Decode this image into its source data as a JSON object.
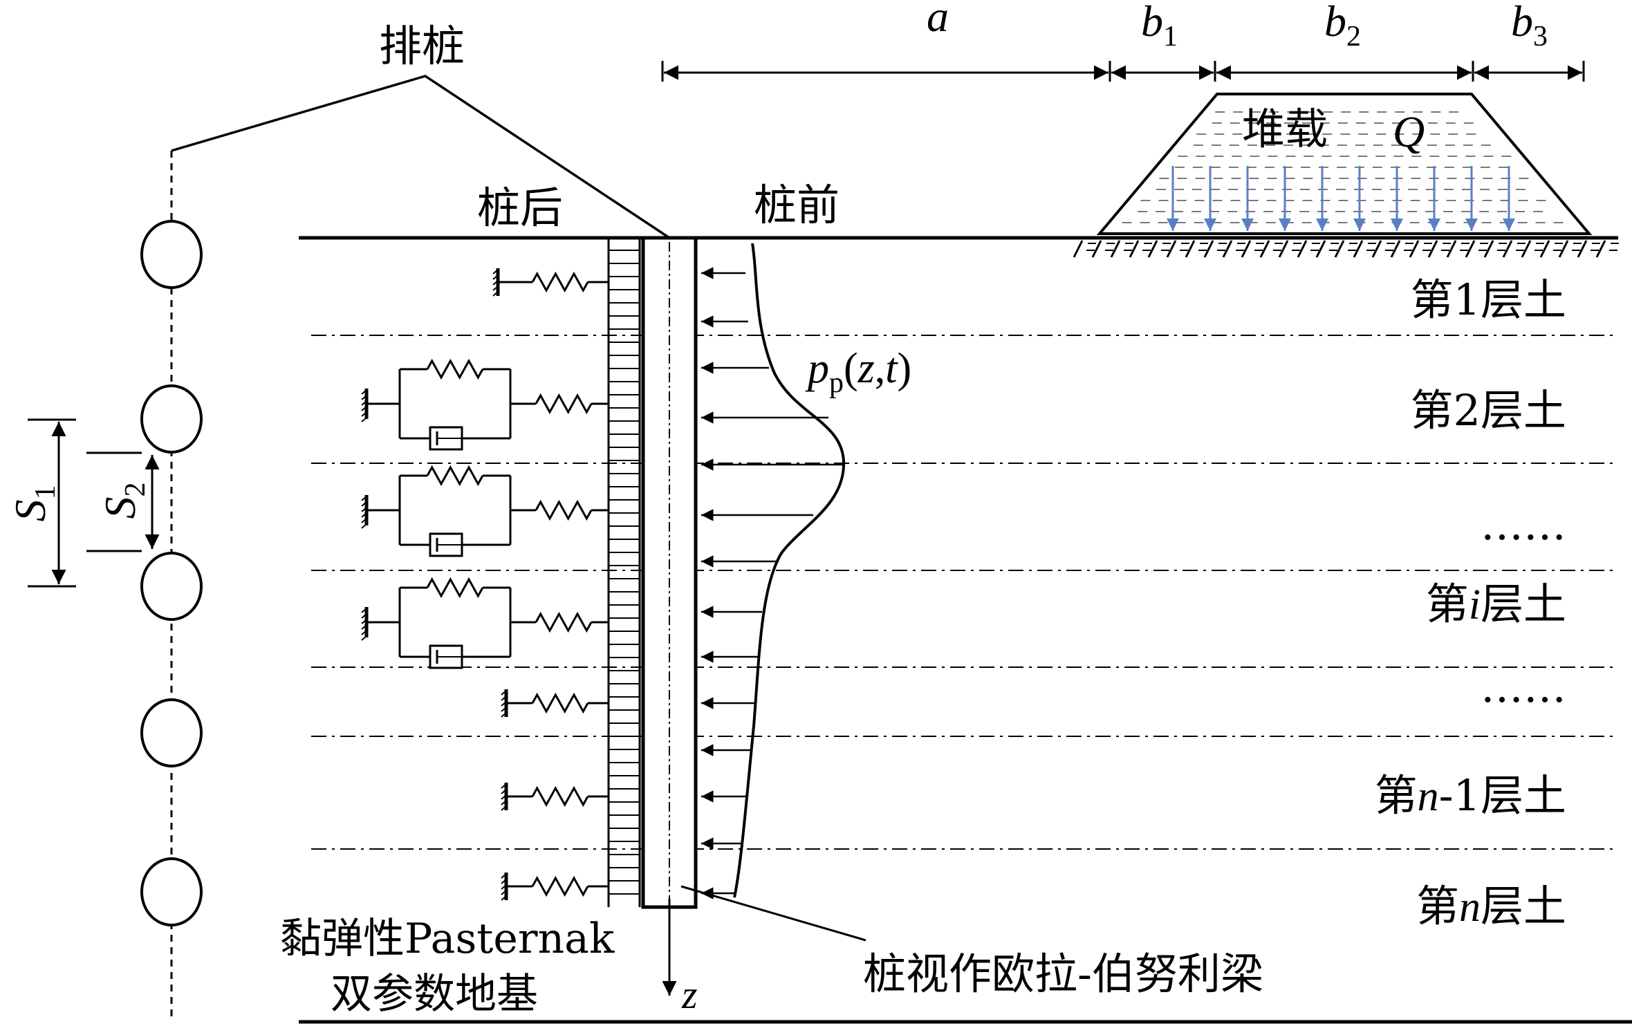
{
  "labels": {
    "row_piles": "排桩",
    "behind_pile": "桩后",
    "front_pile": "桩前",
    "surcharge": "堆载",
    "surcharge_symbol": "Q",
    "dim_a": "a",
    "dim_b1": "b",
    "dim_b1_sub": "1",
    "dim_b2": "b",
    "dim_b2_sub": "2",
    "dim_b3": "b",
    "dim_b3_sub": "3",
    "pressure_p": "p",
    "pressure_sub": "p",
    "pressure_args": "(z,t)",
    "s1": "S",
    "s1_sub": "1",
    "s2": "S",
    "s2_sub": "2",
    "z_axis": "z",
    "foundation_line1": "黏弹性Pasternak",
    "foundation_line2": "双参数地基",
    "beam_note": "桩视作欧拉-伯努利梁"
  },
  "layers": [
    {
      "prefix": "第",
      "var": "",
      "suffix": "1层土"
    },
    {
      "prefix": "第",
      "var": "",
      "suffix": "2层土"
    },
    {
      "prefix": "",
      "var": "",
      "suffix": "……"
    },
    {
      "prefix": "第",
      "var": "i",
      "suffix": "层土"
    },
    {
      "prefix": "",
      "var": "",
      "suffix": "……"
    },
    {
      "prefix": "第",
      "var": "n",
      "suffix": "-1层土"
    },
    {
      "prefix": "第",
      "var": "n",
      "suffix": "层土"
    }
  ],
  "colors": {
    "line": "#000000",
    "load_arrow": "#5b7fc4",
    "surcharge_dash": "#7a7a7a"
  }
}
